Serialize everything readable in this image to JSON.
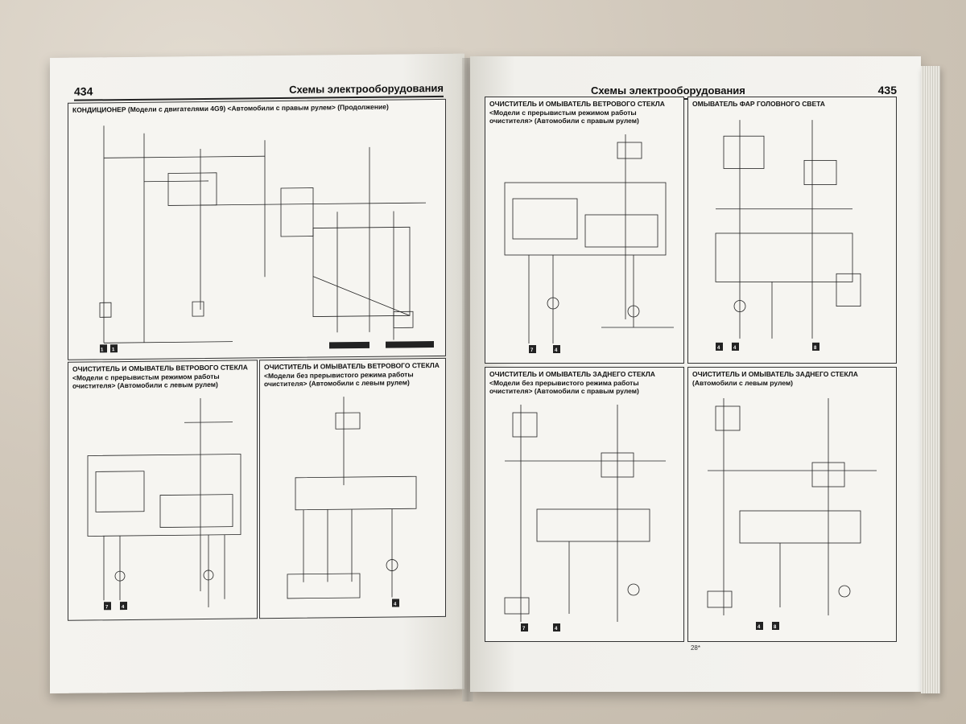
{
  "left_page": {
    "page_number": "434",
    "header_title": "Схемы электрооборудования",
    "panels": [
      {
        "title": "КОНДИЦИОНЕР (Модели с двигателями 4G9) <Автомобили с правым рулем> (Продолжение)",
        "subtitle": "",
        "terminals": [
          "1",
          "1"
        ]
      },
      {
        "title": "ОЧИСТИТЕЛЬ И ОМЫВАТЕЛЬ ВЕТРОВОГО СТЕКЛА",
        "subtitle": "<Модели с прерывистым режимом работы очистителя> (Автомобили с левым рулем)",
        "terminals": [
          "7",
          "4"
        ]
      },
      {
        "title": "ОЧИСТИТЕЛЬ И ОМЫВАТЕЛЬ ВЕТРОВОГО СТЕКЛА",
        "subtitle": "<Модели без прерывистого режима работы очистителя> (Автомобили с левым рулем)",
        "terminals": [
          "4"
        ]
      }
    ]
  },
  "right_page": {
    "page_number": "435",
    "header_title": "Схемы электрооборудования",
    "footer_mark": "28*",
    "panels": [
      {
        "title": "ОЧИСТИТЕЛЬ И ОМЫВАТЕЛЬ ВЕТРОВОГО СТЕКЛА",
        "subtitle": "<Модели с прерывистым режимом работы очистителя> (Автомобили с правым рулем)",
        "terminals": [
          "7",
          "4"
        ]
      },
      {
        "title": "ОМЫВАТЕЛЬ ФАР ГОЛОВНОГО СВЕТА",
        "subtitle": "",
        "terminals": [
          "4",
          "4",
          "8"
        ]
      },
      {
        "title": "ОЧИСТИТЕЛЬ И ОМЫВАТЕЛЬ ЗАДНЕГО СТЕКЛА",
        "subtitle": "<Модели без прерывистого режима работы очистителя> (Автомобили с правым рулем)",
        "terminals": [
          "7",
          "4"
        ]
      },
      {
        "title": "ОЧИСТИТЕЛЬ И ОМЫВАТЕЛЬ ЗАДНЕГО СТЕКЛА",
        "subtitle": "(Автомобили с левым рулем)",
        "terminals": [
          "4",
          "8"
        ]
      }
    ]
  }
}
